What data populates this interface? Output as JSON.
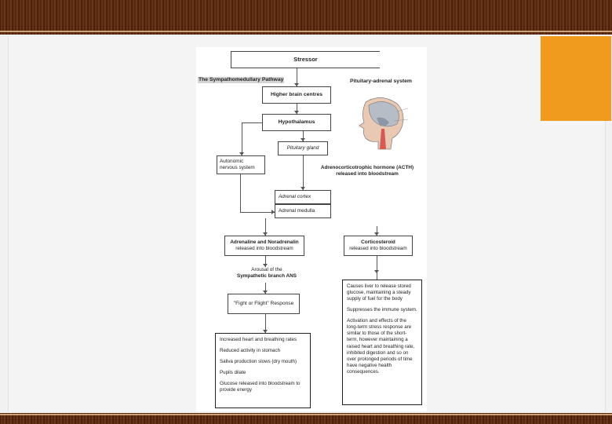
{
  "diagram": {
    "stressor": "Stressor",
    "left_heading": "The Sympathomedullary Pathway",
    "right_heading": "Pituitary-adrenal system",
    "higher_brain": "Higher brain centres",
    "hypothalamus": "Hypothalamus",
    "pituitary": "Pituitary gland",
    "autonomic": [
      "Autonomic",
      "nervous system"
    ],
    "acth": [
      "Adrenocorticotrophic hormone (ACTH)",
      "released into bloodstream"
    ],
    "adrenal_cortex": "Adrenal cortex",
    "adrenal_medulla": "Adrenal medulla",
    "adrenaline": [
      "Adrenaline and Noradrenalin",
      "released into bloodstream"
    ],
    "corticosteroid": [
      "Corticosteroid",
      "released into bloodstream"
    ],
    "arousal": [
      "Arousal of the",
      "Sympathetic branch ANS"
    ],
    "fight_flight": "\"Fight or Flight\" Response",
    "left_effects": [
      "Increased heart and breathing rates",
      "Reduced activity in stomach",
      "Saliva production slows (dry mouth)",
      "Pupils dilate",
      "Glucose released into bloodstream to provide energy"
    ],
    "right_effects": [
      "Causes liver to release stored glucose, maintaining a steady supply of fuel for the body",
      "Suppresses the immune system.",
      "Activation and effects of the long-term stress response are similar to those of the short-term, however maintaining a raised heart and breathing rate, inhibited digestion and so on over prolonged periods of time have negative health consequences."
    ]
  }
}
